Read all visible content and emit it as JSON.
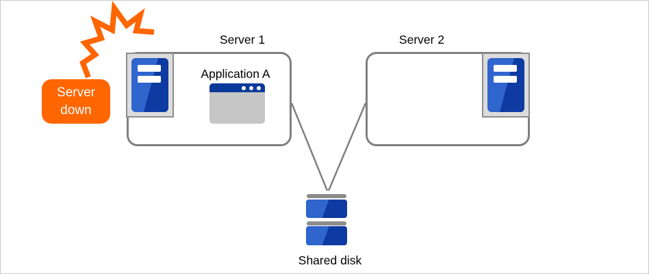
{
  "alert_badge": {
    "label": "Server\ndown"
  },
  "servers": [
    {
      "label": "Server 1",
      "application": "Application A"
    },
    {
      "label": "Server 2"
    }
  ],
  "shared_disk": {
    "label": "Shared disk"
  },
  "icons": {
    "crash": "lightning-crash-icon",
    "server": "server-tower-icon",
    "application": "app-window-icon",
    "disk": "disk-stack-icon"
  },
  "colors": {
    "alert_orange": "#ff6600",
    "badge_text": "#ffffff",
    "connector_gray": "#808080",
    "box_border_gray": "#7f7f7f",
    "icon_frame_fill": "#dcdcdc",
    "icon_frame_border": "#8c8c8c",
    "server_blue_light": "#2f65cd",
    "server_blue_dark": "#0e3ba1",
    "window_titlebar_blue": "#0a3a99",
    "window_body_gray": "#c6c6c6",
    "disk_bar_gray": "#8c8c8c",
    "text_black": "#000000",
    "background": "#ffffff"
  }
}
